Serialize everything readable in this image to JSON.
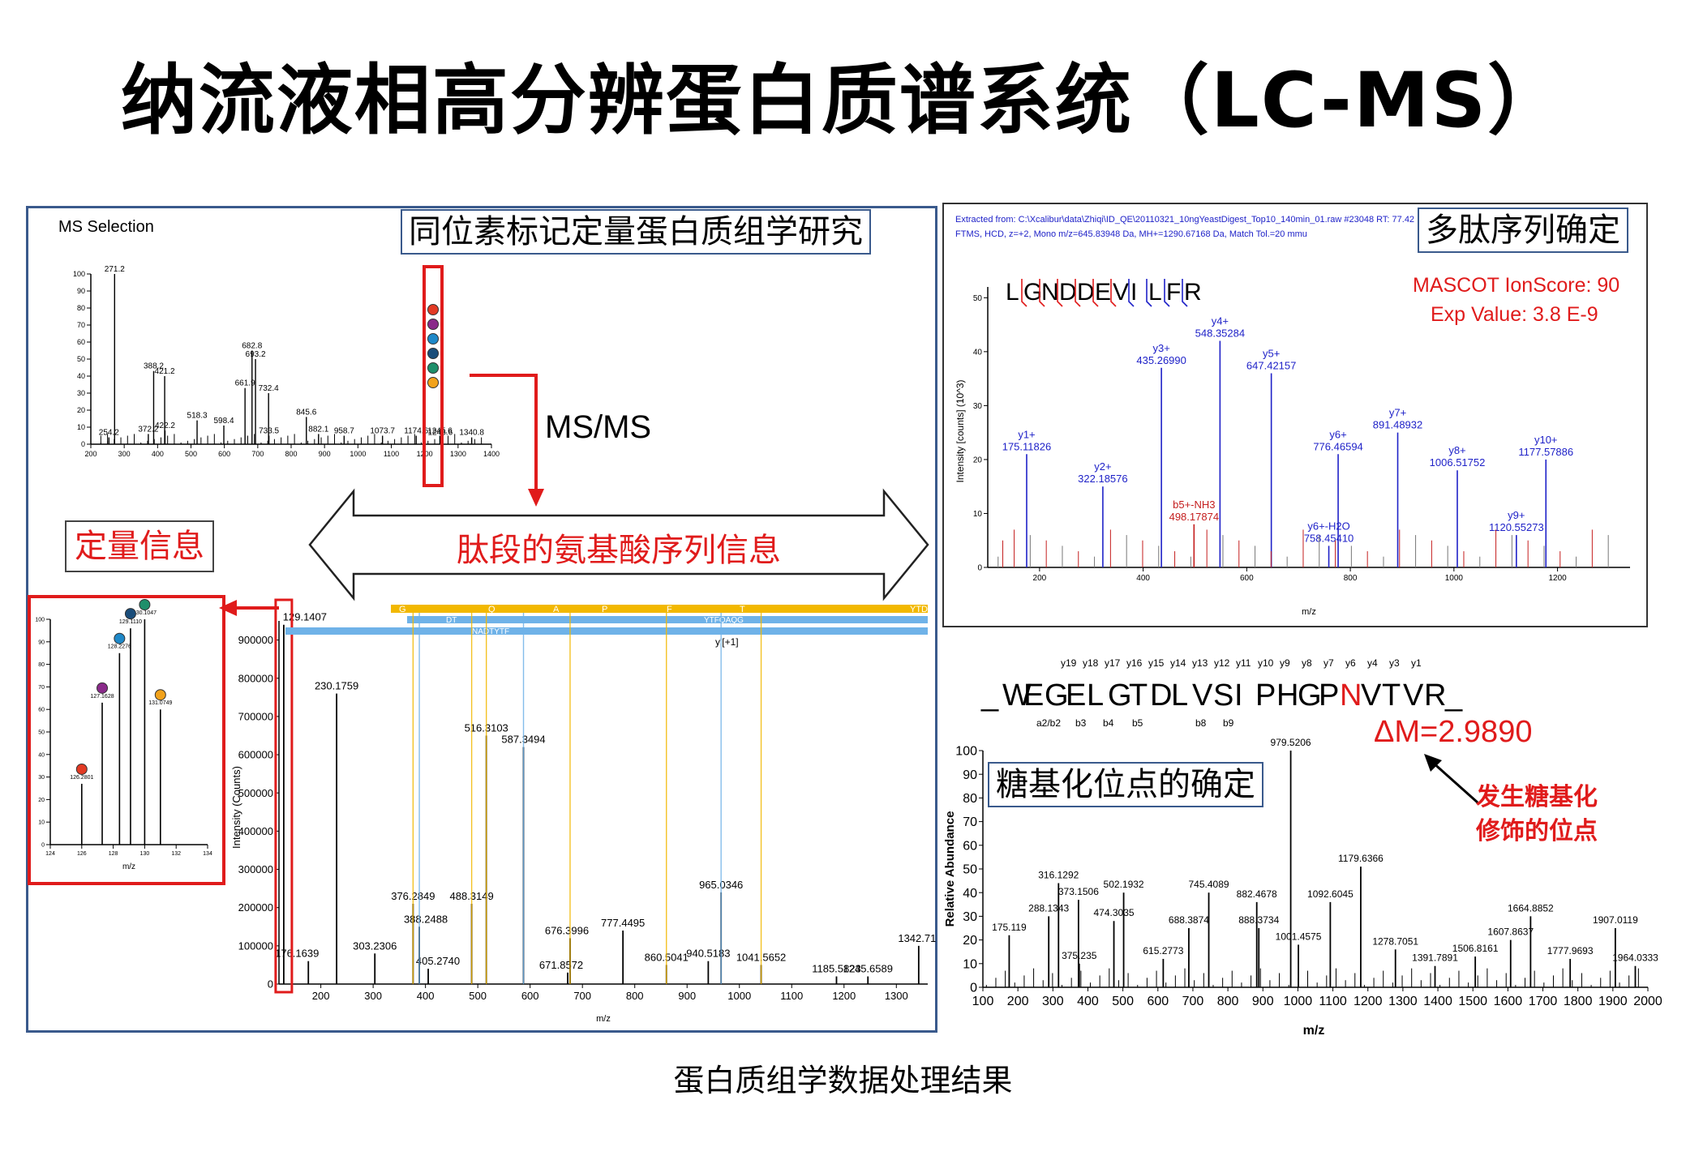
{
  "slide": {
    "title": "纳流液相高分辨蛋白质谱系统（LC-MS）",
    "caption": "蛋白质组学数据处理结果"
  },
  "labels": {
    "isotope_box": "同位素标记定量蛋白质组学研究",
    "quant_box": "定量信息",
    "arrow_text": "肽段的氨基酸序列信息",
    "msms": "MS/MS",
    "peptide_box": "多肽序列确定",
    "glyco_box": "糖基化位点的确定",
    "glyco_note_1": "发生糖基化",
    "glyco_note_2": "修饰的位点",
    "delta_m": "ΔM=2.9890"
  },
  "colors": {
    "red": "#e01b1b",
    "blue_spectrum": "#1f22c8",
    "panel_border": "#3a5a8c",
    "gold": "#f2b800",
    "light_blue": "#6fb2e8"
  },
  "chart_data": [
    {
      "type": "bar",
      "title": "MS Selection",
      "xlim": [
        200,
        1400
      ],
      "ylim": [
        0,
        100
      ],
      "x_ticks": [
        200,
        300,
        400,
        500,
        600,
        700,
        800,
        900,
        1000,
        1100,
        1200,
        1300,
        1400
      ],
      "y_ticks": [
        0,
        10,
        20,
        30,
        40,
        50,
        60,
        70,
        80,
        90,
        100
      ],
      "points": [
        {
          "x": 271.2,
          "y": 100,
          "label": "271.2"
        },
        {
          "x": 372.2,
          "y": 6,
          "label": "372.2"
        },
        {
          "x": 254.2,
          "y": 4,
          "label": "254.2"
        },
        {
          "x": 388.2,
          "y": 43,
          "label": "388.2"
        },
        {
          "x": 421.2,
          "y": 40,
          "label": "421.2"
        },
        {
          "x": 422.2,
          "y": 8,
          "label": "422.2"
        },
        {
          "x": 518.3,
          "y": 14,
          "label": "518.3"
        },
        {
          "x": 598.4,
          "y": 11,
          "label": "598.4"
        },
        {
          "x": 661.9,
          "y": 33,
          "label": "661.9"
        },
        {
          "x": 682.8,
          "y": 55,
          "label": "682.8"
        },
        {
          "x": 693.2,
          "y": 50,
          "label": "693.2"
        },
        {
          "x": 732.4,
          "y": 30,
          "label": "732.4"
        },
        {
          "x": 733.5,
          "y": 5,
          "label": "733.5"
        },
        {
          "x": 845.6,
          "y": 16,
          "label": "845.6"
        },
        {
          "x": 882.1,
          "y": 6,
          "label": "882.1"
        },
        {
          "x": 958.7,
          "y": 5,
          "label": "958.7"
        },
        {
          "x": 1073.7,
          "y": 5,
          "label": "1073.7"
        },
        {
          "x": 1174.6,
          "y": 5,
          "label": "1174.6"
        },
        {
          "x": 1245.6,
          "y": 5,
          "label": "1245.6"
        },
        {
          "x": 1246.6,
          "y": 4,
          "label": "1246.6"
        },
        {
          "x": 1340.8,
          "y": 4,
          "label": "1340.8"
        }
      ]
    },
    {
      "type": "bar",
      "title": "",
      "xlabel": "m/z",
      "ylabel": "",
      "xlim": [
        124,
        134
      ],
      "ylim": [
        0,
        100
      ],
      "x_ticks": [
        124,
        126,
        128,
        130,
        132,
        134
      ],
      "y_ticks": [
        0,
        10,
        20,
        30,
        40,
        50,
        60,
        70,
        80,
        90,
        100
      ],
      "points": [
        {
          "x": 126.0,
          "y": 27,
          "label": "126.2801",
          "color": "#e23a24"
        },
        {
          "x": 127.3,
          "y": 63,
          "label": "127.1628",
          "color": "#8a2a8a"
        },
        {
          "x": 128.4,
          "y": 85,
          "label": "128.2276",
          "color": "#1e88c8"
        },
        {
          "x": 129.1,
          "y": 96,
          "label": "129.1110",
          "color": "#1a4d7a"
        },
        {
          "x": 130.0,
          "y": 100,
          "label": "130.1047",
          "color": "#1e8f6a"
        },
        {
          "x": 131.0,
          "y": 60,
          "label": "131.0749",
          "color": "#f2a21b"
        }
      ]
    },
    {
      "type": "bar",
      "title": "",
      "xlabel": "m/z",
      "ylabel": "Intensity (Counts)",
      "xlim": [
        120,
        1360
      ],
      "ylim": [
        0,
        950000
      ],
      "x_ticks": [
        200,
        300,
        400,
        500,
        600,
        700,
        800,
        900,
        1000,
        1100,
        1200,
        1300
      ],
      "y_ticks": [
        0,
        100000,
        200000,
        300000,
        400000,
        500000,
        600000,
        700000,
        800000,
        900000
      ],
      "points": [
        {
          "x": 129.1407,
          "y": 940000,
          "label": "129.1407"
        },
        {
          "x": 176.1639,
          "y": 60000,
          "label": "176.1639"
        },
        {
          "x": 230.1759,
          "y": 760000,
          "label": "230.1759"
        },
        {
          "x": 303.2306,
          "y": 80000,
          "label": "303.2306"
        },
        {
          "x": 376.2849,
          "y": 210000,
          "label": "376.2849"
        },
        {
          "x": 388.2488,
          "y": 150000,
          "label": "388.2488"
        },
        {
          "x": 405.274,
          "y": 40000,
          "label": "405.2740"
        },
        {
          "x": 488.3149,
          "y": 210000,
          "label": "488.3149"
        },
        {
          "x": 516.3103,
          "y": 650000,
          "label": "516.3103"
        },
        {
          "x": 587.3494,
          "y": 620000,
          "label": "587.3494"
        },
        {
          "x": 671.8572,
          "y": 30000,
          "label": "671.8572"
        },
        {
          "x": 676.3996,
          "y": 120000,
          "label": "676.3996"
        },
        {
          "x": 777.4495,
          "y": 140000,
          "label": "777.4495"
        },
        {
          "x": 860.5041,
          "y": 50000,
          "label": "860.5041"
        },
        {
          "x": 940.5183,
          "y": 60000,
          "label": "940.5183"
        },
        {
          "x": 965.0346,
          "y": 240000,
          "label": "965.0346"
        },
        {
          "x": 1041.5652,
          "y": 50000,
          "label": "1041.5652"
        },
        {
          "x": 1185.5823,
          "y": 20000,
          "label": "1185.5823"
        },
        {
          "x": 1245.6589,
          "y": 20000,
          "label": "1245.6589"
        },
        {
          "x": 1342.719,
          "y": 100000,
          "label": "1342.71"
        }
      ],
      "sequence_top": [
        "G",
        "Q",
        "A",
        "P",
        "F",
        "T",
        "YTD"
      ],
      "sequence_mid": [
        "DT",
        "YTFQAQG"
      ],
      "sequence_low": [
        "NADTYTF",
        "y'[+1]"
      ]
    },
    {
      "type": "bar",
      "title": "",
      "header_1": "Extracted from: C:\\Xcalibur\\data\\Zhiqi\\ID_QE\\20110321_10ngYeastDigest_Top10_140min_01.raw  #23048  RT: 77.42",
      "header_2": "FTMS, HCD, z=+2, Mono m/z=645.83948 Da, MH+=1290.67168 Da, Match Tol.=20 mmu",
      "sequence": "LGNDDEVILFR",
      "score_1": "MASCOT IonScore: 90",
      "score_2": "Exp Value: 3.8 E-9",
      "xlabel": "m/z",
      "ylabel": "Intensity [counts] (10^3)",
      "xlim": [
        100,
        1340
      ],
      "ylim": [
        0,
        52
      ],
      "x_ticks": [
        200,
        400,
        600,
        800,
        1000,
        1200
      ],
      "y_ticks": [
        0,
        10,
        20,
        30,
        40,
        50
      ],
      "points": [
        {
          "x": 175.11826,
          "y": 21,
          "ion": "y1+",
          "label": "175.11826",
          "color": "#1f22c8"
        },
        {
          "x": 322.18576,
          "y": 15,
          "ion": "y2+",
          "label": "322.18576",
          "color": "#1f22c8"
        },
        {
          "x": 435.2699,
          "y": 37,
          "ion": "y3+",
          "label": "435.26990",
          "color": "#1f22c8"
        },
        {
          "x": 498.17874,
          "y": 8,
          "ion": "b5+-NH3",
          "label": "498.17874",
          "color": "#c41e1e"
        },
        {
          "x": 548.35284,
          "y": 42,
          "ion": "y4+",
          "label": "548.35284",
          "color": "#1f22c8"
        },
        {
          "x": 647.42157,
          "y": 36,
          "ion": "y5+",
          "label": "647.42157",
          "color": "#1f22c8"
        },
        {
          "x": 758.4541,
          "y": 4,
          "ion": "y6+-H2O",
          "label": "758.45410",
          "color": "#1f22c8"
        },
        {
          "x": 776.46594,
          "y": 21,
          "ion": "y6+",
          "label": "776.46594",
          "color": "#1f22c8"
        },
        {
          "x": 891.48932,
          "y": 25,
          "ion": "y7+",
          "label": "891.48932",
          "color": "#1f22c8"
        },
        {
          "x": 1006.51752,
          "y": 18,
          "ion": "y8+",
          "label": "1006.51752",
          "color": "#1f22c8"
        },
        {
          "x": 1120.55273,
          "y": 6,
          "ion": "y9+",
          "label": "1120.55273",
          "color": "#1f22c8"
        },
        {
          "x": 1177.57886,
          "y": 20,
          "ion": "y10+",
          "label": "1177.57886",
          "color": "#1f22c8"
        }
      ]
    },
    {
      "type": "bar",
      "title": "",
      "sequence": "_WEGELGTDLVSIPHGPNVTVR_",
      "y_ions": [
        "y19",
        "y18",
        "y17",
        "y16",
        "y15",
        "y14",
        "y13",
        "y12",
        "y11",
        "y10",
        "y9",
        "y8",
        "y7",
        "y6",
        "y4",
        "y3",
        "y1"
      ],
      "b_ions": [
        "a2/b2",
        "b3",
        "b4",
        "b5",
        "b8",
        "b9"
      ],
      "xlabel": "m/z",
      "ylabel": "Relative Abundance",
      "xlim": [
        100,
        2000
      ],
      "ylim": [
        0,
        100
      ],
      "x_ticks": [
        100,
        200,
        300,
        400,
        500,
        600,
        700,
        800,
        900,
        1000,
        1100,
        1200,
        1300,
        1400,
        1500,
        1600,
        1700,
        1800,
        1900,
        2000
      ],
      "y_ticks": [
        0,
        10,
        20,
        30,
        40,
        50,
        60,
        70,
        80,
        90,
        100
      ],
      "points": [
        {
          "x": 175.119,
          "y": 22,
          "ion": "y1",
          "label": "175.119"
        },
        {
          "x": 288.1343,
          "y": 30,
          "ion": "a2",
          "label": "288.1343"
        },
        {
          "x": 316.1292,
          "y": 44,
          "ion": "b2",
          "label": "316.1292"
        },
        {
          "x": 373.1506,
          "y": 37,
          "ion": "b3",
          "label": "373.1506"
        },
        {
          "x": 375.235,
          "y": 10,
          "ion": "y3",
          "label": "375.235"
        },
        {
          "x": 474.3035,
          "y": 28,
          "ion": "y4",
          "label": "474.3035"
        },
        {
          "x": 502.1932,
          "y": 40,
          "ion": "b4",
          "label": "502.1932"
        },
        {
          "x": 615.2773,
          "y": 12,
          "ion": "b5",
          "label": "615.2773"
        },
        {
          "x": 688.3874,
          "y": 25,
          "ion": "y6",
          "label": "688.3874"
        },
        {
          "x": 745.4089,
          "y": 40,
          "ion": "y7",
          "label": "745.4089"
        },
        {
          "x": 882.4678,
          "y": 36,
          "ion": "y8",
          "label": "882.4678"
        },
        {
          "x": 888.3734,
          "y": 25,
          "ion": "b8",
          "label": "888.3734"
        },
        {
          "x": 979.5206,
          "y": 100,
          "ion": "y9",
          "label": "979.5206"
        },
        {
          "x": 1001.4575,
          "y": 18,
          "ion": "b9",
          "label": "1001.4575"
        },
        {
          "x": 1092.6045,
          "y": 36,
          "ion": "y10",
          "label": "1092.6045"
        },
        {
          "x": 1179.6366,
          "y": 51,
          "ion": "y11",
          "label": "1179.6366"
        },
        {
          "x": 1278.7051,
          "y": 16,
          "ion": "y12",
          "label": "1278.7051"
        },
        {
          "x": 1391.7891,
          "y": 9,
          "ion": "y13",
          "label": "1391.7891"
        },
        {
          "x": 1506.8161,
          "y": 13,
          "ion": "y14",
          "label": "1506.8161"
        },
        {
          "x": 1607.8637,
          "y": 20,
          "ion": "y15",
          "label": "1607.8637"
        },
        {
          "x": 1664.8852,
          "y": 30,
          "ion": "y16",
          "label": "1664.8852"
        },
        {
          "x": 1777.9693,
          "y": 12,
          "ion": "y17",
          "label": "1777.9693"
        },
        {
          "x": 1907.0119,
          "y": 25,
          "ion": "y18",
          "label": "1907.0119"
        },
        {
          "x": 1964.0333,
          "y": 9,
          "ion": "y19",
          "label": "1964.0333"
        }
      ]
    }
  ]
}
